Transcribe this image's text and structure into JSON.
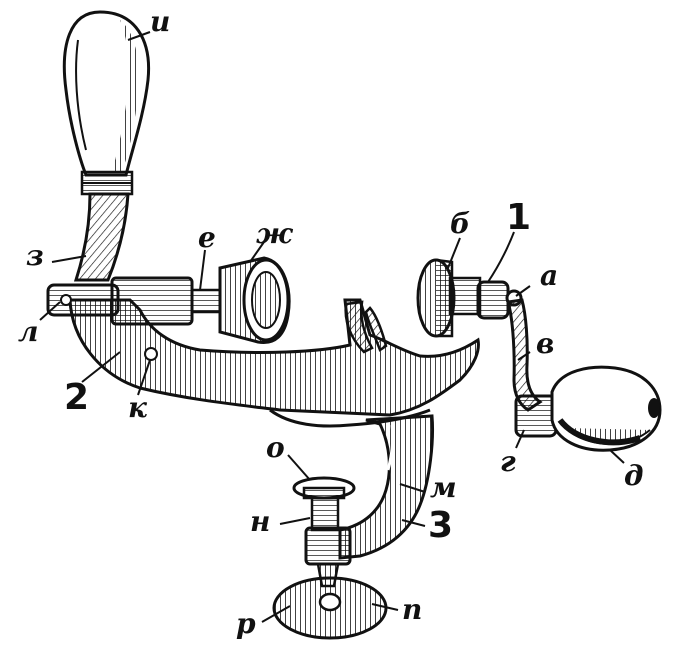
{
  "diagram": {
    "ink": "#111111",
    "paper": "#ffffff",
    "labels": {
      "i": "и",
      "z": "з",
      "e": "е",
      "zh": "ж",
      "b": "б",
      "one": "1",
      "a": "а",
      "l": "л",
      "v": "в",
      "two": "2",
      "k": "к",
      "g": "г",
      "d": "д",
      "o": "о",
      "m": "м",
      "n": "н",
      "three": "3",
      "r": "р",
      "p": "п"
    }
  }
}
